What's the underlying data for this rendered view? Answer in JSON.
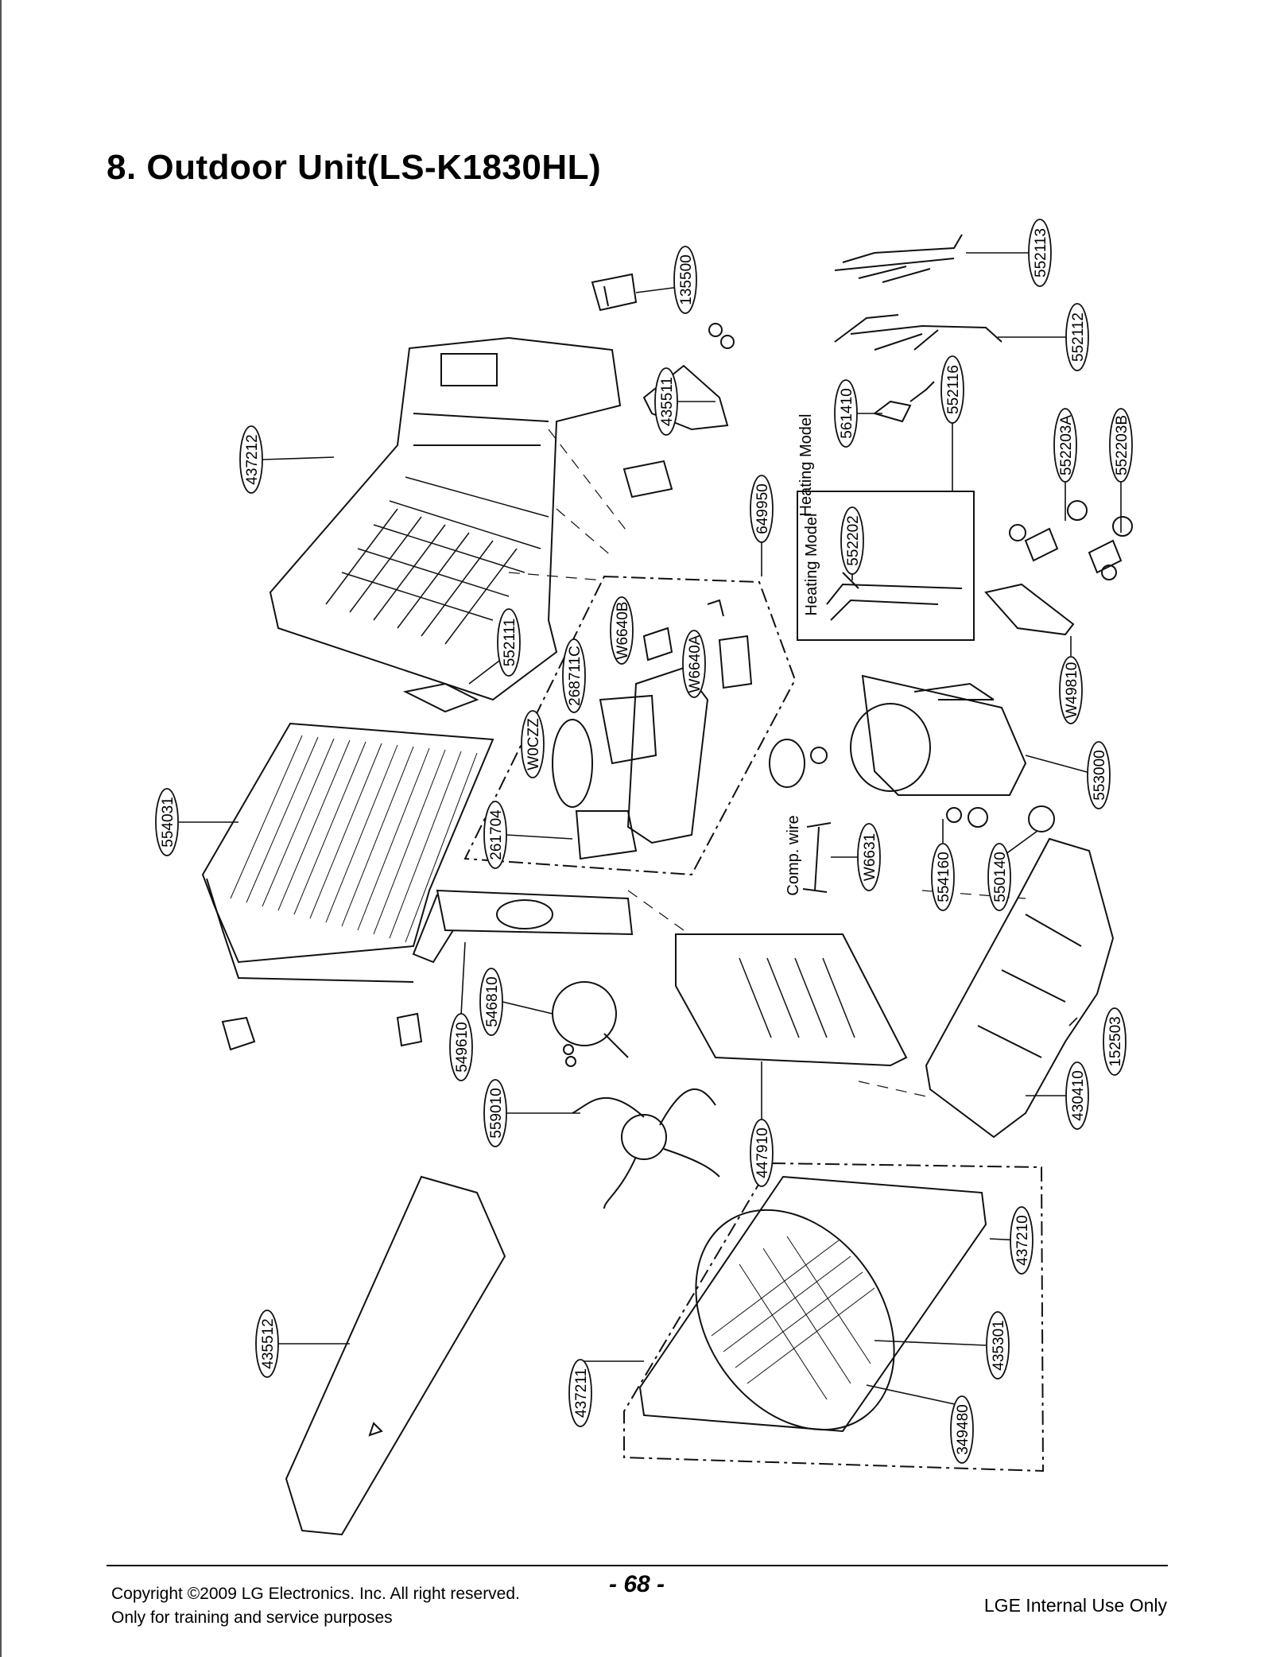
{
  "page": {
    "title": "8. Outdoor Unit(LS-K1830HL)",
    "page_number": "- 68 -",
    "copyright_line1": "Copyright ©2009 LG Electronics. Inc. All right reserved.",
    "copyright_line2": "Only for training and service purposes",
    "internal_use": "LGE Internal Use Only"
  },
  "parts": [
    {
      "id": "552113"
    },
    {
      "id": "552112"
    },
    {
      "id": "135500"
    },
    {
      "id": "435511"
    },
    {
      "id": "561410"
    },
    {
      "id": "552116"
    },
    {
      "id": "437212"
    },
    {
      "id": "649950"
    },
    {
      "id": "552202"
    },
    {
      "id": "552203A"
    },
    {
      "id": "552203B"
    },
    {
      "id": "W6640B"
    },
    {
      "id": "268711C"
    },
    {
      "id": "W6640A"
    },
    {
      "id": "552111"
    },
    {
      "id": "W49810"
    },
    {
      "id": "W0CZZ"
    },
    {
      "id": "553000"
    },
    {
      "id": "554031"
    },
    {
      "id": "261704"
    },
    {
      "id": "W6631"
    },
    {
      "id": "554160"
    },
    {
      "id": "550140"
    },
    {
      "id": "549610"
    },
    {
      "id": "546810"
    },
    {
      "id": "152503"
    },
    {
      "id": "430410"
    },
    {
      "id": "559010"
    },
    {
      "id": "447910"
    },
    {
      "id": "437210"
    },
    {
      "id": "435512"
    },
    {
      "id": "437211"
    },
    {
      "id": "435301"
    },
    {
      "id": "349480"
    }
  ],
  "notes": {
    "heating_model_1": "Heating Model",
    "heating_model_2": "Heating Model",
    "comp_wire": "Comp. wire"
  }
}
